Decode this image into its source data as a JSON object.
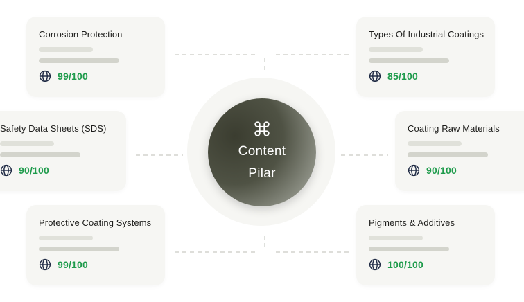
{
  "hub": {
    "icon": "command-icon",
    "line1": "Content",
    "line2": "Pilar"
  },
  "colors": {
    "score": "#1e9b4b",
    "card_bg": "#f6f6f3",
    "hub_dark": "#3b3d30",
    "hub_light": "#a4a69d"
  },
  "cards": [
    {
      "title": "Corrosion Protection",
      "score": "99/100",
      "icon": "globe-icon"
    },
    {
      "title": "Safety Data Sheets (SDS)",
      "score": "90/100",
      "icon": "globe-icon"
    },
    {
      "title": "Protective Coating Systems",
      "score": "99/100",
      "icon": "globe-icon"
    },
    {
      "title": "Types Of Industrial Coatings",
      "score": "85/100",
      "icon": "globe-icon"
    },
    {
      "title": "Coating Raw Materials",
      "score": "90/100",
      "icon": "globe-icon"
    },
    {
      "title": "Pigments & Additives",
      "score": "100/100",
      "icon": "globe-icon"
    }
  ]
}
